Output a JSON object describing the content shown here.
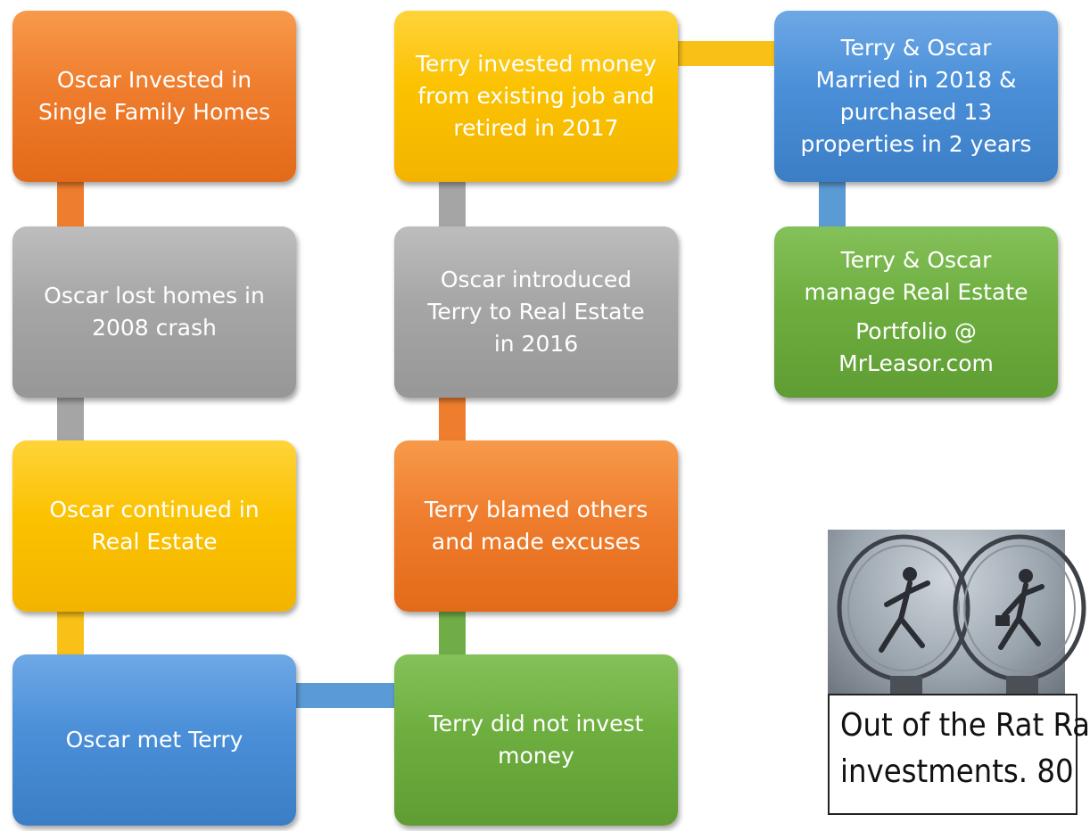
{
  "boxes": {
    "oscar_invested": "Oscar Invested in\nSingle Family Homes",
    "oscar_lost": "Oscar lost homes in\n2008 crash",
    "oscar_continued": "Oscar continued in\nReal Estate",
    "oscar_met": "Oscar met Terry",
    "terry_invested": "Terry invested money\nfrom existing job and\nretired in 2017",
    "oscar_introduced": "Oscar introduced\nTerry to Real Estate\nin 2016",
    "terry_blamed": "Terry blamed others\nand made excuses",
    "terry_did_not": "Terry did not invest\nmoney",
    "married": "Terry & Oscar\nMarried in 2018 &\npurchased 13\nproperties in 2 years",
    "manage_line1": "Terry & Oscar\nmanage Real Estate",
    "manage_line2": "Portfolio @\nMrLeasor.com"
  },
  "thumbnail": {
    "caption_line1": "Out of the Rat Ra",
    "caption_line2": "investments. 80"
  },
  "colors": {
    "orange": "#ef7d2e",
    "gray": "#a5a5a5",
    "yellow": "#f9c117",
    "blue": "#5b9bd5",
    "green": "#70ad47"
  }
}
